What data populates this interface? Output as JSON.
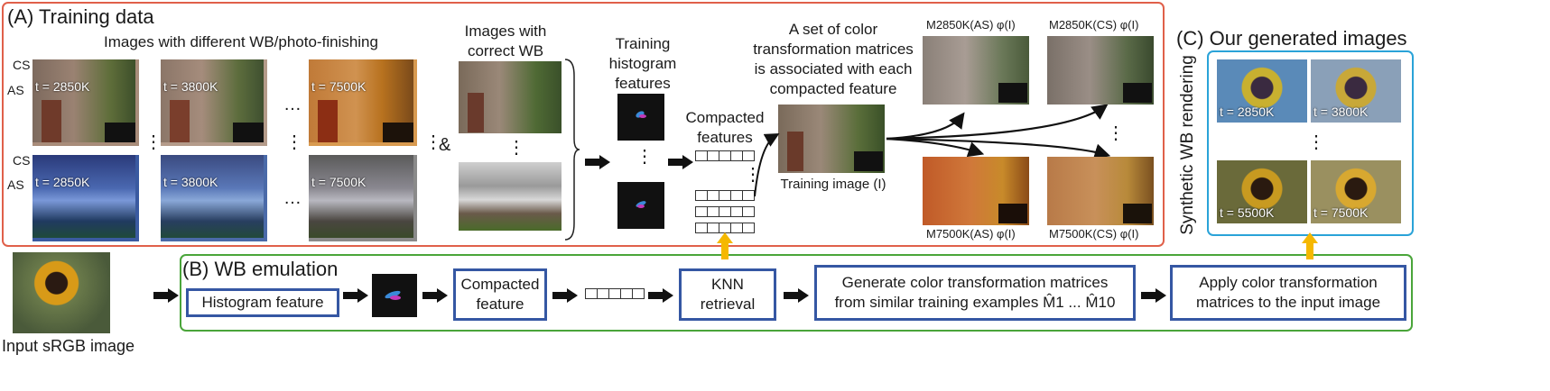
{
  "section_a": {
    "title": "(A) Training data",
    "images_diff_label": "Images with different WB/photo-finishing",
    "images_correct_label": "Images with\ncorrect WB",
    "training_hist_label": "Training\nhistogram\nfeatures",
    "compacted_label": "Compacted\nfeatures",
    "matrix_set_label": "A set of color\ntransformation matrices\nis associated with each\ncompacted feature",
    "training_image_label": "Training image (I)",
    "row_labels": [
      "CS",
      "AS",
      "CS",
      "AS"
    ],
    "temps_top": [
      "t = 2850K",
      "t = 3800K",
      "t = 7500K"
    ],
    "temps_bottom": [
      "t = 2850K",
      "t = 3800K",
      "t = 7500K"
    ],
    "ampersand": "&",
    "ellipsis": "…",
    "vdots": "⋮",
    "matrix_labels": [
      "M2850K(AS) φ(I)",
      "M2850K(CS) φ(I)",
      "M7500K(AS) φ(I)",
      "M7500K(CS) φ(I)"
    ]
  },
  "section_b": {
    "title": "(B) WB emulation",
    "histogram_feature": "Histogram feature",
    "compacted_feature": "Compacted\nfeature",
    "knn": "KNN\nretrieval",
    "generate": "Generate color transformation matrices\nfrom similar training examples M̂1 ... M̂10",
    "apply": "Apply color transformation\nmatrices to the input image",
    "input_label": "Input sRGB image"
  },
  "section_c": {
    "title": "(C) Our generated images",
    "side_label": "Synthetic WB rendering",
    "temps": [
      "t = 2850K",
      "t = 3800K",
      "t = 5500K",
      "t = 7500K"
    ]
  },
  "colors": {
    "section_a_border": "#e0604a",
    "section_b_border": "#4aa53a",
    "section_c_border": "#2aa3d8",
    "box_border": "#3557a3",
    "yellow_arrow": "#f5b800"
  }
}
